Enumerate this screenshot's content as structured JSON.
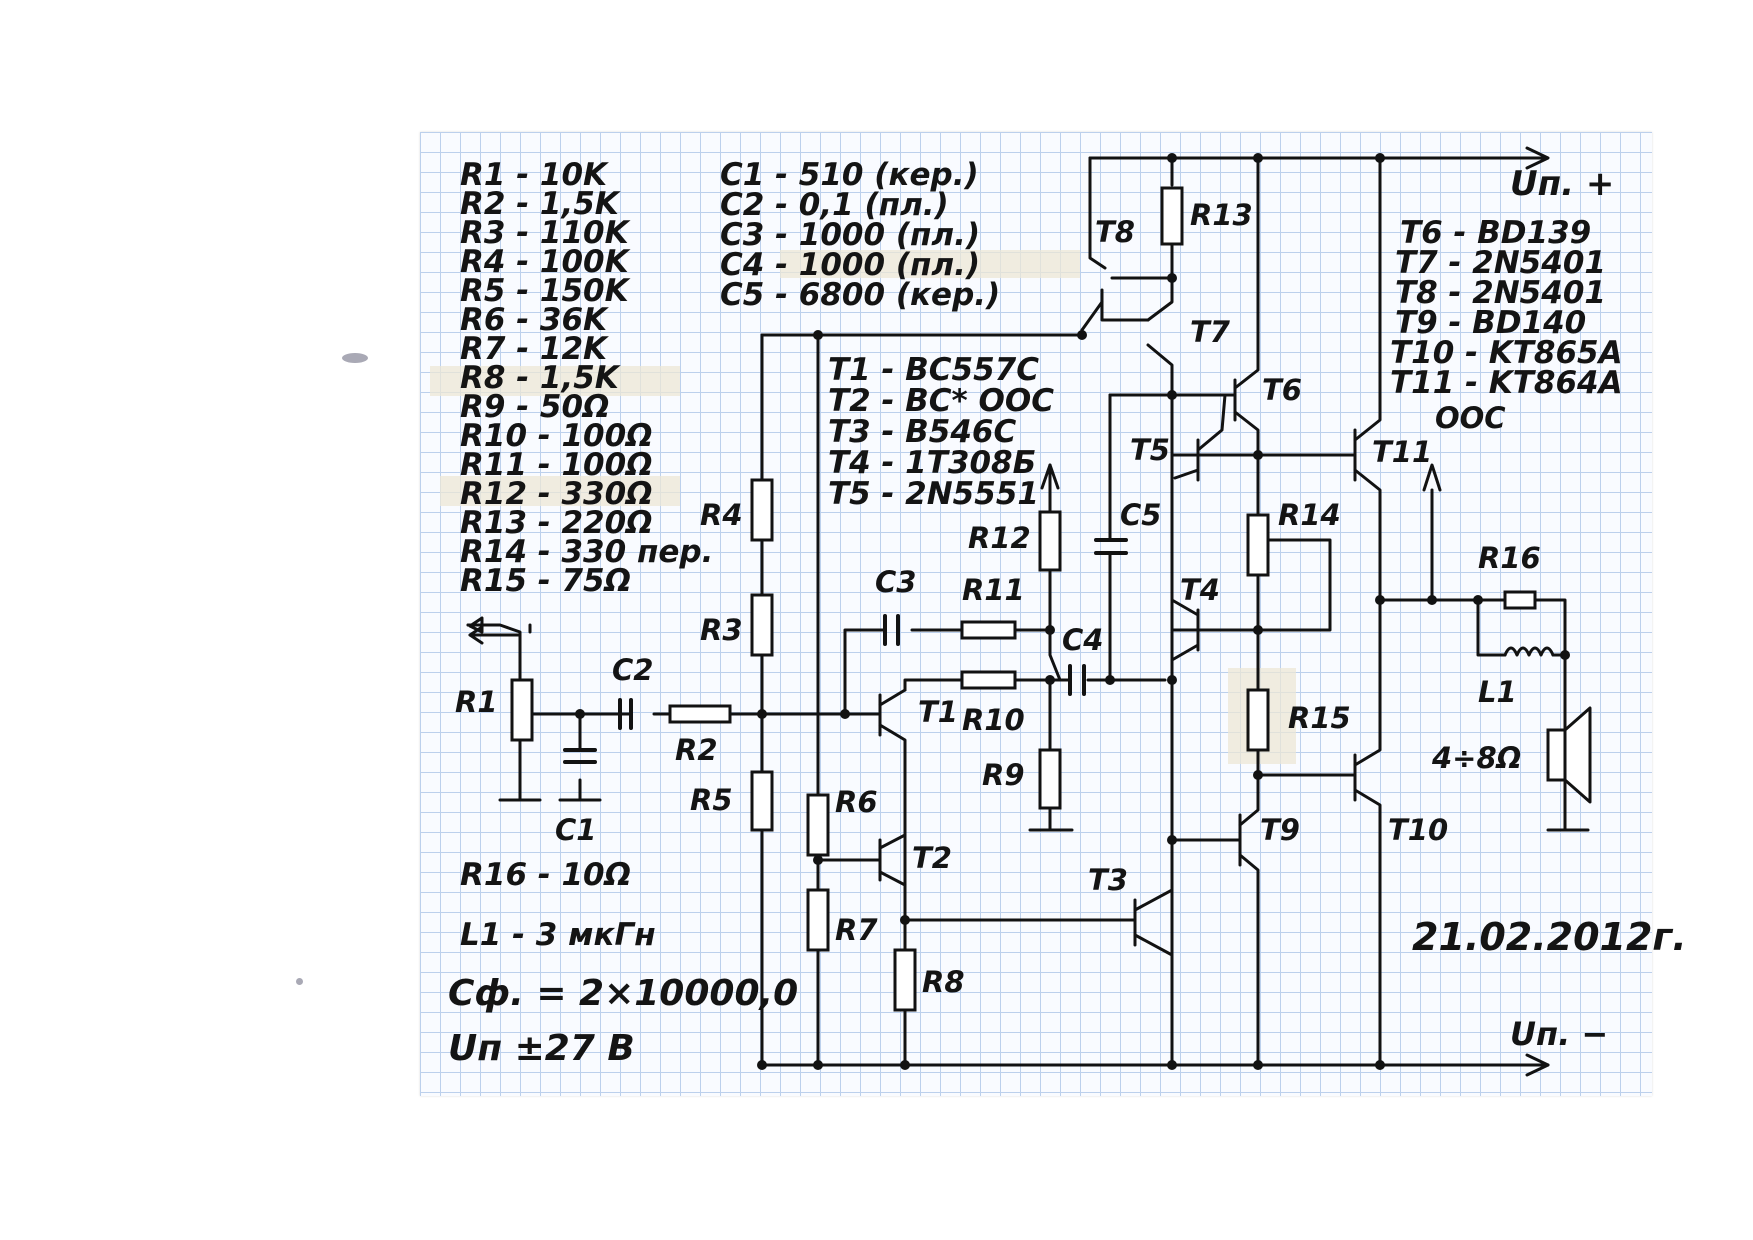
{
  "resistor_list": [
    "R1 - 10K",
    "R2 - 1,5K",
    "R3 - 110K",
    "R4 - 100K",
    "R5 - 150K",
    "R6 - 36K",
    "R7 - 12K",
    "R8 - 1,5K",
    "R9 - 50Ω",
    "R10 - 100Ω",
    "R11 - 100Ω",
    "R12 - 330Ω",
    "R13 - 220Ω",
    "R14 - 330 пер.",
    "R15 - 75Ω"
  ],
  "capacitor_list": [
    "C1 - 510 (кер.)",
    "C2 - 0,1 (пл.)",
    "C3 - 1000 (пл.)",
    "C4 - 1000 (пл.)",
    "C5 - 6800 (кер.)"
  ],
  "transistor_list_left": [
    "T1 - BC557C",
    "T2 - BC* ООС",
    "T3 - B546C",
    "T4 - 1T308Б",
    "T5 - 2N5551"
  ],
  "transistor_list_right": [
    "T6 - BD139",
    "T7 - 2N5401",
    "T8 - 2N5401",
    "T9 - BD140",
    "T10 - KT865A",
    "T11 - KT864A"
  ],
  "notes": [
    "R16 - 10Ω",
    "L1 - 3 мкГн",
    "Cф. = 2×10000,0",
    "Uп ±27 B"
  ],
  "supply": {
    "plus": "Uп. +",
    "minus": "Uп. −"
  },
  "ooc_label": "ООС",
  "load_label": "4÷8Ω",
  "date": "21.02.2012г.",
  "labels": {
    "R1": "R1",
    "R2": "R2",
    "R3": "R3",
    "R4": "R4",
    "R5": "R5",
    "R6": "R6",
    "R7": "R7",
    "R8": "R8",
    "R9": "R9",
    "R10": "R10",
    "R11": "R11",
    "R12": "R12",
    "R13": "R13",
    "R14": "R14",
    "R15": "R15",
    "R16": "R16",
    "C1": "C1",
    "C2": "C2",
    "C3": "C3",
    "C4": "C4",
    "C5": "C5",
    "L1": "L1",
    "T1": "T1",
    "T2": "T2",
    "T3": "T3",
    "T4": "T4",
    "T5": "T5",
    "T6": "T6",
    "T7": "T7",
    "T8": "T8",
    "T9": "T9",
    "T10": "T10",
    "T11": "T11"
  }
}
